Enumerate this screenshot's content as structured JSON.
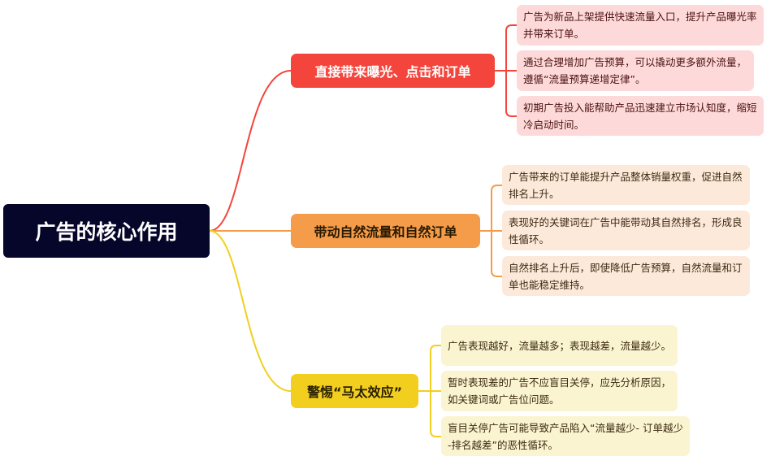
{
  "root": {
    "title": "广告的核心作用"
  },
  "colors": {
    "root": "#05062a",
    "branch1": "#f4453c",
    "branch2": "#f59c4b",
    "branch3": "#f2cf1f"
  },
  "branches": [
    {
      "label": "直接带来曝光、点击和订单",
      "items": [
        "广告为新品上架提供快速流量入口，提升产品曝光率并带来订单。",
        "通过合理增加广告预算，可以撬动更多额外流量，遵循“流量预算递增定律”。",
        "初期广告投入能帮助产品迅速建立市场认知度，缩短冷启动时间。"
      ]
    },
    {
      "label": "带动自然流量和自然订单",
      "items": [
        "广告带来的订单能提升产品整体销量权重，促进自然排名上升。",
        "表现好的关键词在广告中能带动其自然排名，形成良性循环。",
        "自然排名上升后，即使降低广告预算，自然流量和订单也能稳定维持。"
      ]
    },
    {
      "label": "警惕“马太效应”",
      "items": [
        "广告表现越好，流量越多；表现越差，流量越少。",
        "暂时表现差的广告不应盲目关停，应先分析原因，如关键词或广告位问题。",
        "盲目关停广告可能导致产品陷入“流量越少- 订单越少 -排名越差”的恶性循环。"
      ]
    }
  ]
}
